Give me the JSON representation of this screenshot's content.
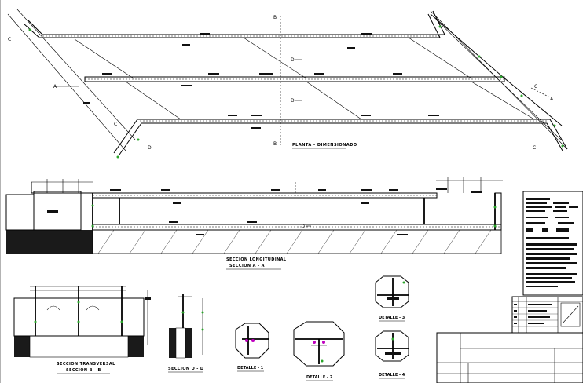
{
  "labels": {
    "plan_title": "PLANTA - DIMENSIONADO",
    "long_section_title": "SECCION LONGITUDINAL",
    "long_section_sub": "SECCION A - A",
    "trans_section_title": "SECCION TRANSVERSAL",
    "trans_section_sub": "SECCION B - B",
    "section_d": "SECCION D - D",
    "detail_1": "DETALLE - 1",
    "detail_2": "DETALLE - 2",
    "detail_3": "DETALLE - 3",
    "detail_4": "DETALLE - 4"
  },
  "markers": {
    "a": "A",
    "b": "B",
    "c": "C",
    "d": "D"
  }
}
